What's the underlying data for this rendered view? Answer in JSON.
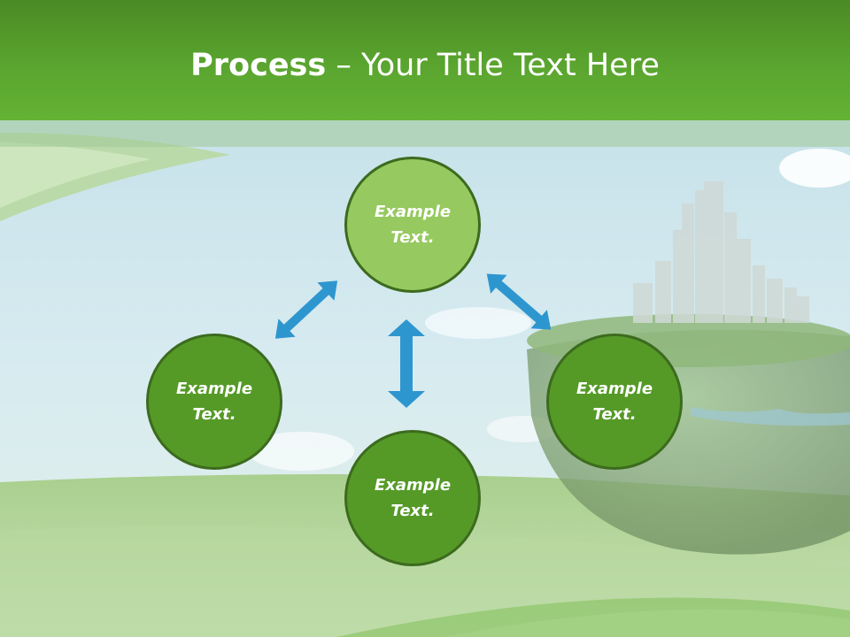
{
  "title": {
    "bold": "Process",
    "rest": " – Your Title Text Here"
  },
  "nodes": [
    {
      "id": "top",
      "line1": "Example",
      "line2": "Text."
    },
    {
      "id": "left",
      "line1": "Example",
      "line2": "Text."
    },
    {
      "id": "right",
      "line1": "Example",
      "line2": "Text."
    },
    {
      "id": "bottom",
      "line1": "Example",
      "line2": "Text."
    }
  ],
  "colors": {
    "header": "#5aa52f",
    "node_dark": "#559a27",
    "node_light": "#96c95f",
    "node_border": "#3c6b1e",
    "arrow": "#2e96cf"
  }
}
